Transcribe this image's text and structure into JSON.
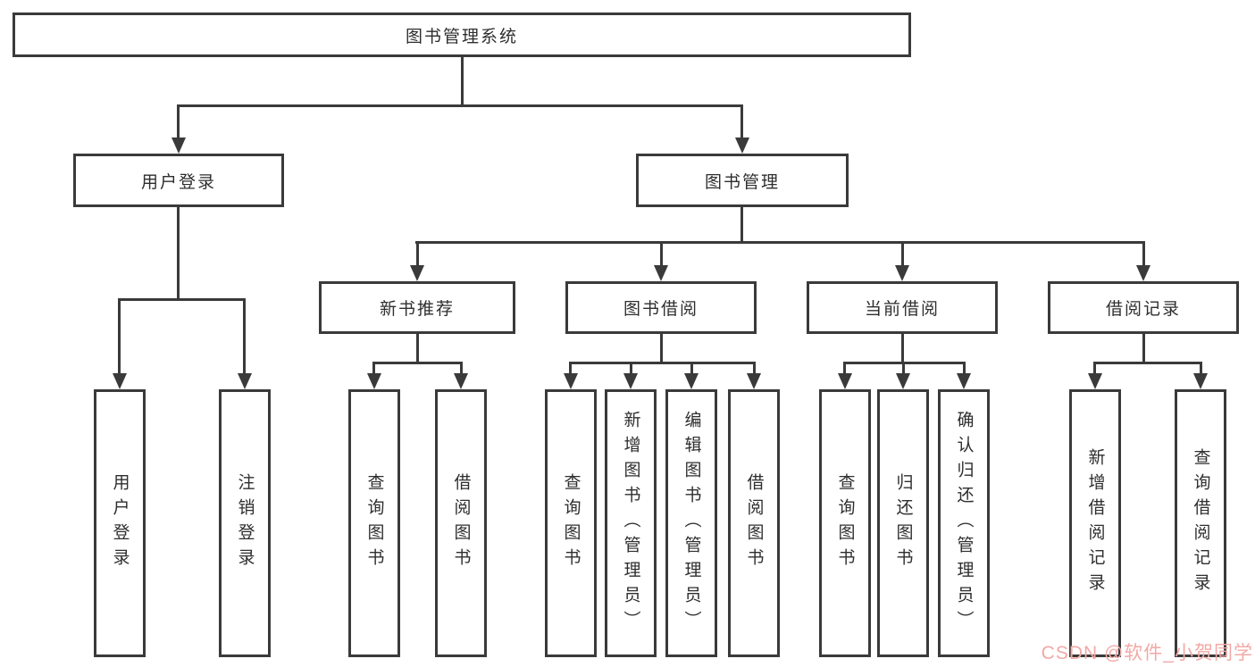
{
  "diagram": {
    "root": "图书管理系统",
    "level2": {
      "user_login": "用户登录",
      "book_mgmt": "图书管理"
    },
    "level3": {
      "new_books": "新书推荐",
      "borrow": "图书借阅",
      "current": "当前借阅",
      "records": "借阅记录"
    },
    "leaves": {
      "user_login": [
        "用户登录",
        "注销登录"
      ],
      "new_books": [
        "查询图书",
        "借阅图书"
      ],
      "borrow": [
        "查询图书",
        "新增图书（管理员）",
        "编辑图书（管理员）",
        "借阅图书"
      ],
      "current": [
        "查询图书",
        "归还图书",
        "确认归还（管理员）"
      ],
      "records": [
        "新增借阅记录",
        "查询借阅记录"
      ]
    }
  },
  "watermark": {
    "text": "CSDN @软件_小贺同学",
    "color": "#f2a9a6"
  },
  "style": {
    "line_color": "#3a3a3a",
    "text_color": "#2e2e2e",
    "background": "#ffffff"
  }
}
